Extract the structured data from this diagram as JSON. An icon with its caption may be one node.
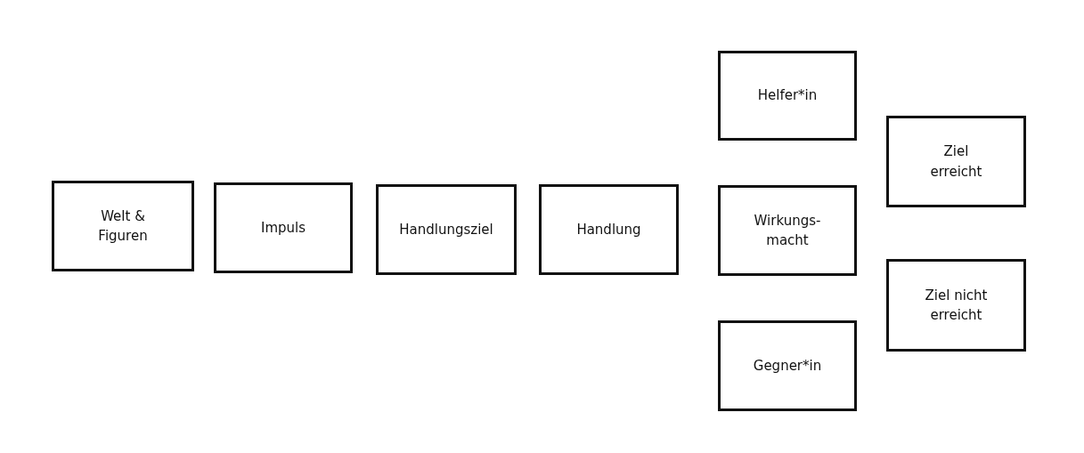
{
  "diagram": {
    "nodes": [
      {
        "text": [
          "Welt & Figuren"
        ]
      },
      {
        "text": [
          "Impuls"
        ]
      },
      {
        "text": [
          "Handlungsziel"
        ]
      },
      {
        "text": [
          "Handlung"
        ]
      },
      {
        "text": [
          "Helfer*in"
        ]
      },
      {
        "text": [
          "Wirkungs- macht"
        ]
      },
      {
        "text": [
          "Gegner*in"
        ]
      },
      {
        "text": [
          "Ziel erreicht"
        ]
      },
      {
        "text": [
          "Ziel nicht erreicht"
        ]
      }
    ]
  }
}
